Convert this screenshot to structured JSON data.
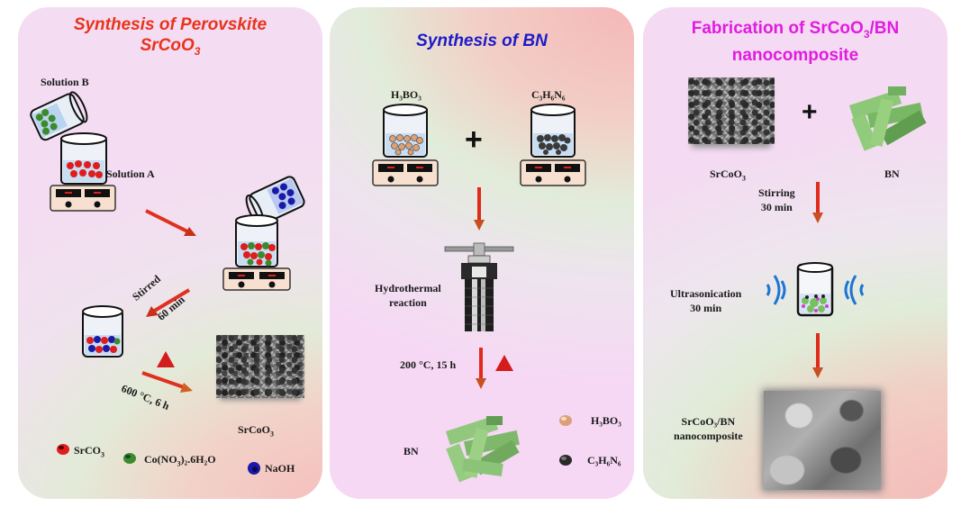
{
  "panels": [
    {
      "title_line1": "Synthesis of Perovskite",
      "title_line2_main": "SrCoO",
      "title_line2_sub": "3",
      "title_color": "#e8331c",
      "labels": {
        "solution_b": "Solution B",
        "solution_a": "Solution A",
        "stirred": "Stirred",
        "stir_time": "60 min",
        "calcination": "600 °C, 6 h",
        "product_main": "SrCoO",
        "product_sub": "3"
      },
      "legend": [
        {
          "name_main": "SrCO",
          "name_sub": "3",
          "name_tail": "",
          "color": "#e01c1c"
        },
        {
          "name_main": "Co(NO",
          "name_sub": "3",
          "name_tail": ")₂.6H₂O",
          "color": "#3c8a2c"
        },
        {
          "name_main": "NaOH",
          "name_sub": "",
          "name_tail": "",
          "color": "#1a1aa8"
        }
      ]
    },
    {
      "title": "Synthesis of BN",
      "title_color": "#1c1cc8",
      "labels": {
        "reagent1": "H₃BO₃",
        "reagent2": "C₃H₆N₆",
        "plus": "+",
        "hydrothermal_line1": "Hydrothermal",
        "hydrothermal_line2": "reaction",
        "condition": "200 °C, 15 h",
        "product": "BN"
      },
      "legend": [
        {
          "name": "H₃BO₃",
          "color": "#d8a070"
        },
        {
          "name": "C₃H₆N₆",
          "color": "#303030"
        }
      ]
    },
    {
      "title_line1_main": "Fabrication of SrCoO",
      "title_line1_sub": "3",
      "title_line1_tail": "/BN",
      "title_line2": "nanocomposite",
      "title_color": "#e01ce0",
      "labels": {
        "srcoo3_main": "SrCoO",
        "srcoo3_sub": "3",
        "bn": "BN",
        "plus": "+",
        "stirring_line1": "Stirring",
        "stirring_line2": "30 min",
        "ultra_line1": "Ultrasonication",
        "ultra_line2": "30 min",
        "product_line1": "SrCoO₃/BN",
        "product_line2": "nanocomposite"
      }
    }
  ]
}
